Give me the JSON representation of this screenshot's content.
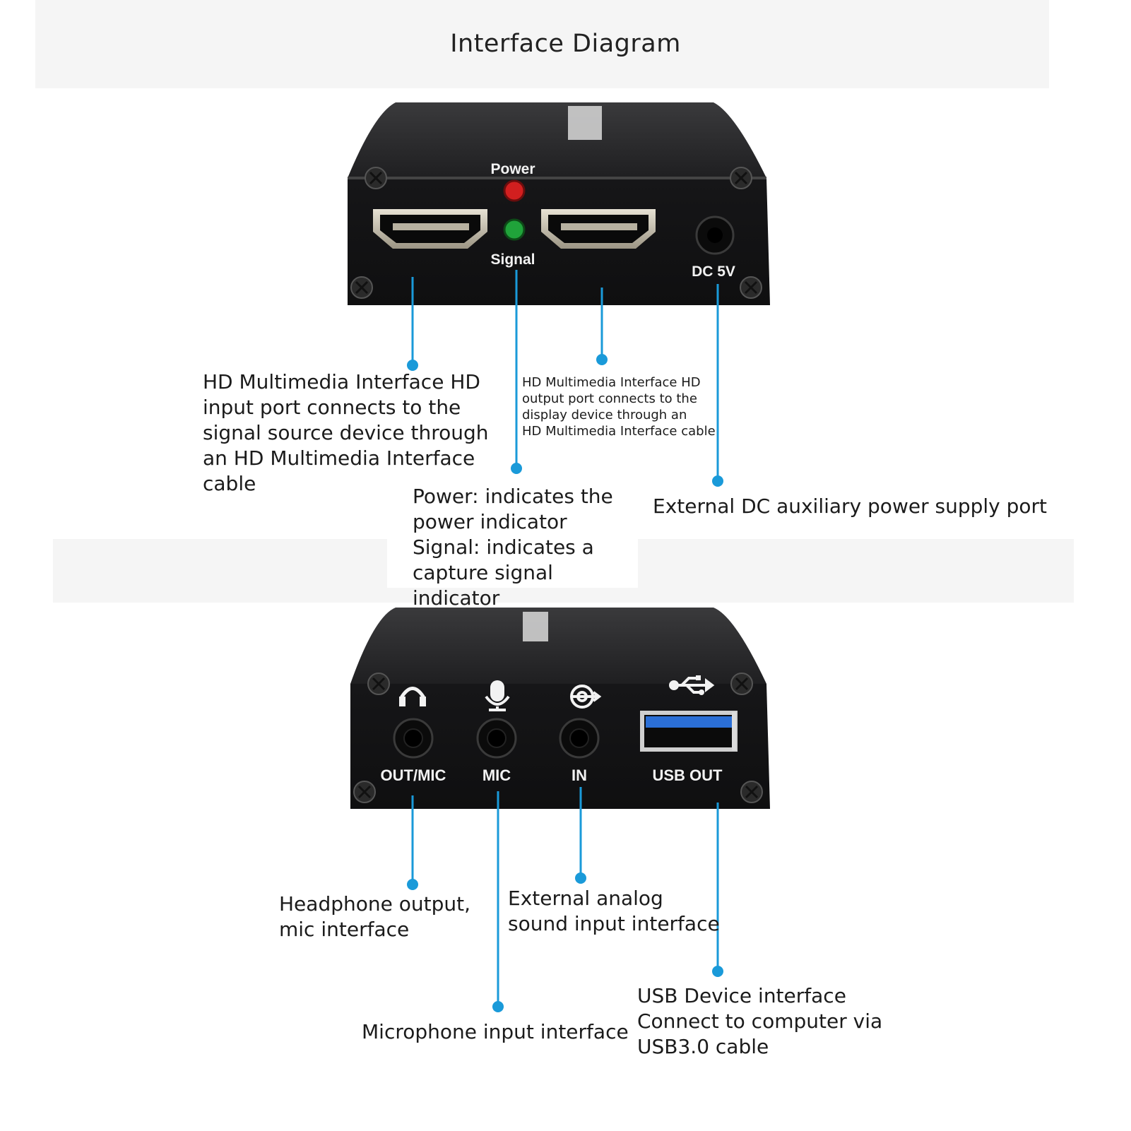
{
  "title": "Interface Diagram",
  "top_panel": {
    "silk": {
      "power": "Power",
      "signal": "Signal",
      "dc": "DC 5V"
    },
    "callouts": {
      "hdmi_in": "HD Multimedia Interface HD\ninput port connects to the\nsignal source device through\nan HD Multimedia Interface\ncable",
      "hdmi_out": "HD Multimedia Interface HD\noutput port connects to the\ndisplay device through an\nHD Multimedia Interface cable",
      "indicators": "Power: indicates the\npower indicator\nSignal: indicates a\ncapture signal indicator",
      "dc_port": "External DC auxiliary power supply port"
    }
  },
  "bottom_panel": {
    "silk": {
      "out_mic": "OUT/MIC",
      "mic": "MIC",
      "in": "IN",
      "usb_out": "USB OUT"
    },
    "callouts": {
      "headphone": "Headphone output,\nmic interface",
      "analog_in": "External analog\nsound input interface",
      "microphone": "Microphone input interface",
      "usb": "USB Device interface\nConnect to computer via\nUSB3.0 cable"
    }
  },
  "colors": {
    "leader": "#1a9ad9",
    "device_face": "#1c1c1e",
    "device_top": "#2b2b2d",
    "power_led": "#d21f1f",
    "signal_led": "#20a33a",
    "usb_blue": "#2b6fd6"
  },
  "icons": [
    "headphone-icon",
    "microphone-icon",
    "line-in-icon",
    "usb-icon"
  ]
}
